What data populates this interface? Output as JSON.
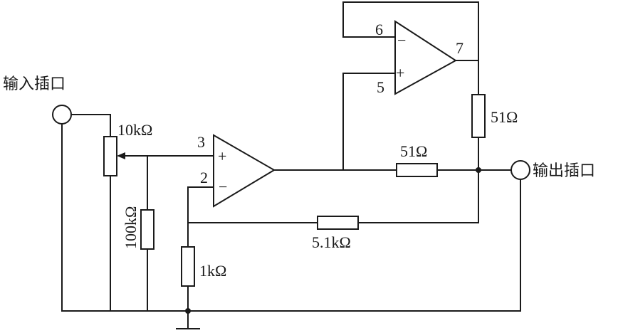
{
  "labels": {
    "input_port": "输入插口",
    "output_port": "输出插口",
    "pot_value": "10kΩ",
    "r_100k": "100kΩ",
    "r_1k": "1kΩ",
    "r_5_1k": "5.1kΩ",
    "r_51_series": "51Ω",
    "r_51_vertical": "51Ω"
  },
  "pins": {
    "op1_plus_num": "3",
    "op1_minus_num": "2",
    "op2_minus_num": "6",
    "op2_plus_num": "5",
    "op2_out_num": "7"
  },
  "signs": {
    "plus": "+",
    "minus": "−"
  }
}
